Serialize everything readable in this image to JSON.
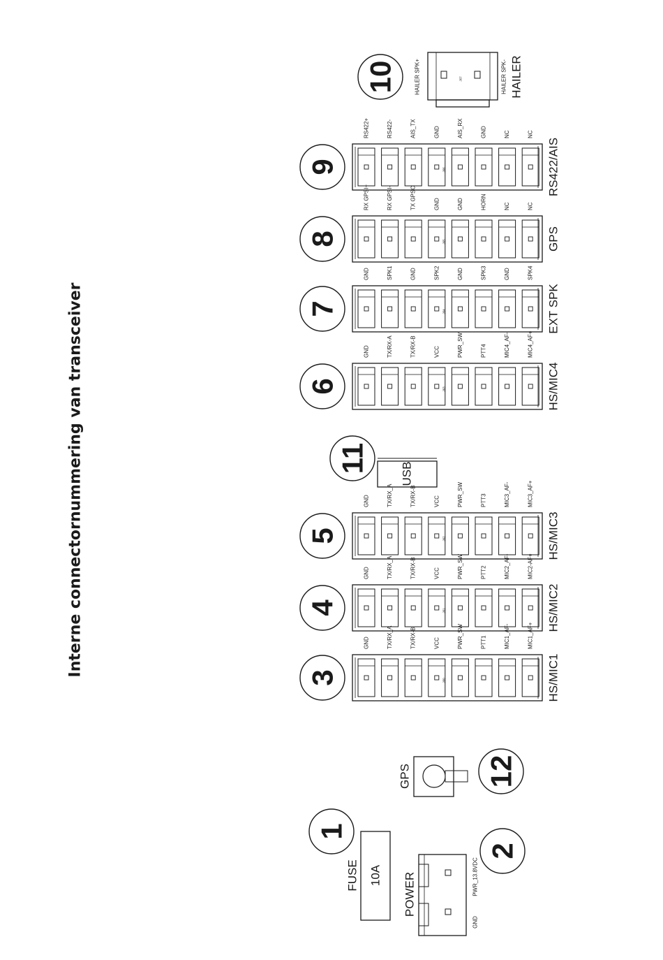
{
  "title": "Interne connectornummering van transceiver",
  "connectors": [
    {
      "number": "3",
      "name": "HS/MIC1",
      "jack": "J60",
      "pins": [
        "GND",
        "TX/RX_A",
        "TX/RX-B",
        "VCC",
        "PWR_SW",
        "PTT1",
        "MIC1_AF-",
        "MIC1_AF+"
      ]
    },
    {
      "number": "4",
      "name": "HS/MIC2",
      "jack": "J61",
      "pins": [
        "GND",
        "TX/RX_A",
        "TX/RX-B",
        "VCC",
        "PWR_SW",
        "PTT2",
        "MIC2_AF-",
        "MIC2-AF+"
      ]
    },
    {
      "number": "5",
      "name": "HS/MIC3",
      "jack": "J62",
      "pins": [
        "GND",
        "TX/RX_A",
        "TX/RX-B",
        "VCC",
        "PWR_SW",
        "PTT3",
        "MIC3_AF-",
        "MIC3_AF+"
      ]
    },
    {
      "number": "6",
      "name": "HS/MIC4",
      "jack": "J63",
      "pins": [
        "GND",
        "TX/RX-A",
        "TX/RX-B",
        "VCC",
        "PWR_SW",
        "PTT4",
        "MIC4_AF-",
        "MIC4_AF+"
      ]
    },
    {
      "number": "7",
      "name": "EXT SPK",
      "jack": "J64",
      "pins": [
        "GND",
        "SPK1",
        "GND",
        "SPK2",
        "GND",
        "SPK3",
        "GND",
        "SPK4"
      ]
    },
    {
      "number": "8",
      "name": "GPS",
      "jack": "J65",
      "pins": [
        "RX GPSI+",
        "RX GPSI-",
        "TX GPSO",
        "GND",
        "GND",
        "HORN",
        "NC",
        "NC"
      ]
    },
    {
      "number": "9",
      "name": "RS422/AIS",
      "jack": "J66",
      "pins": [
        "RS422+",
        "RS422-",
        "AIS_TX",
        "GND",
        "AIS_RX",
        "GND",
        "NC",
        "NC"
      ]
    }
  ],
  "hailer": {
    "number": "10",
    "name": "HAILER",
    "jack": "J67",
    "pin_plus": "HAILER SPK+",
    "pin_minus": "HAILER SPK-"
  },
  "usb": {
    "number": "11",
    "label": "USB"
  },
  "gps_antenna": {
    "number": "12",
    "label": "GPS"
  },
  "fuse": {
    "number": "1",
    "label": "FUSE",
    "rating": "10A"
  },
  "power": {
    "number": "2",
    "label": "POWER",
    "pin_gnd": "GND",
    "pin_pwr": "PWR_13.8VDC"
  }
}
